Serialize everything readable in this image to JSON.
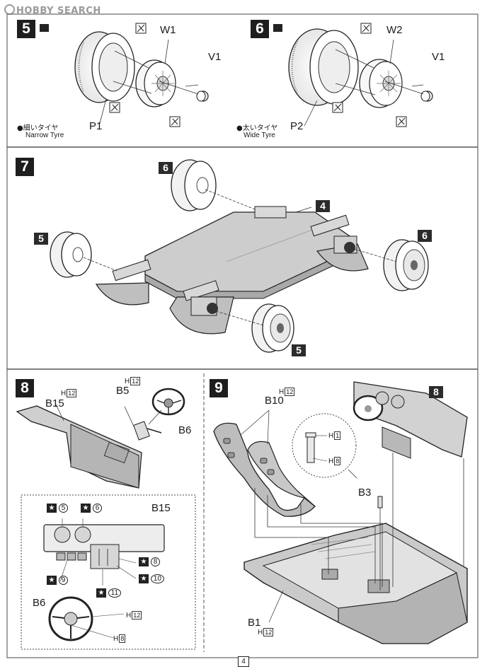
{
  "watermark": "HOBBY SEARCH",
  "page_number": "4",
  "colors": {
    "ink": "#1e1e1e",
    "part_fill": "#f4f4f4",
    "chassis_fill": "#c9c9c9",
    "border": "#555555"
  },
  "step5": {
    "number": "5",
    "icon": "glue-icon",
    "parts": {
      "wheel": "W1",
      "cap": "V1",
      "tyre": "P1"
    },
    "tyre_jp": "●細いタイヤ",
    "tyre_en": "Narrow Tyre"
  },
  "step6": {
    "number": "6",
    "icon": "glue-icon",
    "parts": {
      "wheel": "W2",
      "cap": "V1",
      "tyre": "P2"
    },
    "tyre_jp": "●太いタイヤ",
    "tyre_en": "Wide Tyre"
  },
  "step7": {
    "number": "7",
    "callouts": {
      "front_left": "5",
      "front_right": "5",
      "rear_left": "6",
      "rear_right": "6",
      "chassis": "4"
    }
  },
  "step8": {
    "number": "8",
    "parts": {
      "dash": "B15",
      "column": "B5",
      "wheel": "B6"
    },
    "h_b15": "H",
    "h_b15_num": "12",
    "h_b5": "H",
    "h_b5_num": "12",
    "detail": {
      "title": "B15",
      "stars": [
        "5",
        "6",
        "8",
        "9",
        "10",
        "11"
      ],
      "wheel_part": "B6",
      "h_wheel_1": "H",
      "h_wheel_1_num": "12",
      "h_wheel_2": "H",
      "h_wheel_2_num": "8"
    }
  },
  "step9": {
    "number": "9",
    "parts": {
      "seats": "B10",
      "pin": "B3",
      "floor": "B1"
    },
    "h_b10": "H",
    "h_b10_num": "12",
    "h_pin_1": "H",
    "h_pin_1_num": "1",
    "h_pin_2": "H",
    "h_pin_2_num": "8",
    "h_b1": "H",
    "h_b1_num": "12",
    "dash_ref": "8"
  }
}
